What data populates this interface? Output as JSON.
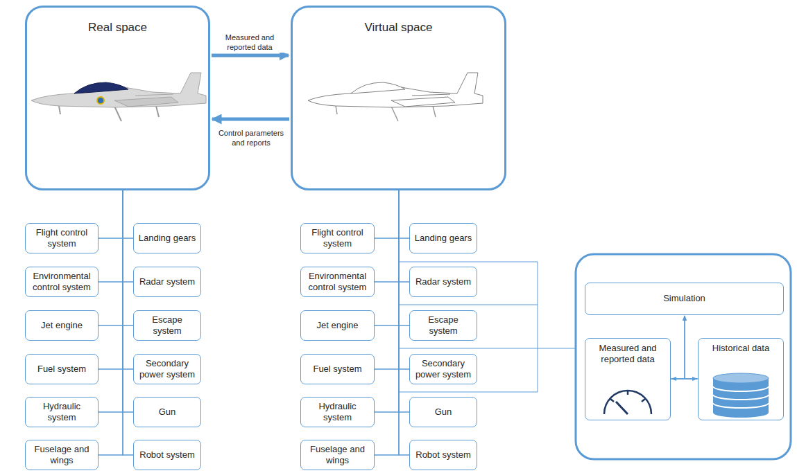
{
  "diagram": {
    "nodes": [
      {
        "text": [
          "Real space"
        ]
      },
      {
        "text": [
          "Virtual space"
        ]
      },
      {
        "text": [
          "Flight control system"
        ]
      },
      {
        "text": [
          "Landing gears"
        ]
      },
      {
        "text": [
          "Environmental control system"
        ]
      },
      {
        "text": [
          "Radar system"
        ]
      },
      {
        "text": [
          "Jet engine"
        ]
      },
      {
        "text": [
          "Escape system"
        ]
      },
      {
        "text": [
          "Fuel system"
        ]
      },
      {
        "text": [
          "Secondary power system"
        ]
      },
      {
        "text": [
          "Hydraulic system"
        ]
      },
      {
        "text": [
          "Gun"
        ]
      },
      {
        "text": [
          "Fuselage and wings"
        ]
      },
      {
        "text": [
          "Robot system"
        ]
      },
      {
        "text": [
          "Flight control system"
        ]
      },
      {
        "text": [
          "Landing gears"
        ]
      },
      {
        "text": [
          "Environmental control system"
        ]
      },
      {
        "text": [
          "Radar system"
        ]
      },
      {
        "text": [
          "Jet engine"
        ]
      },
      {
        "text": [
          "Escape system"
        ]
      },
      {
        "text": [
          "Fuel system"
        ]
      },
      {
        "text": [
          "Secondary power system"
        ]
      },
      {
        "text": [
          "Hydraulic system"
        ]
      },
      {
        "text": [
          "Gun"
        ]
      },
      {
        "text": [
          "Fuselage and wings"
        ]
      },
      {
        "text": [
          "Robot system"
        ]
      },
      {
        "text": [
          "Simulation"
        ]
      },
      {
        "text": [
          "Measured and reported data"
        ]
      },
      {
        "text": [
          "Historical data"
        ]
      }
    ],
    "edges": [
      {
        "from": 0,
        "to": 1,
        "arrow": "to",
        "label": "Measured and reported data"
      },
      {
        "from": 1,
        "to": 0,
        "arrow": "to",
        "label": "Control parameters and reports"
      },
      {
        "from": 0,
        "to": 2,
        "arrow": "none"
      },
      {
        "from": 0,
        "to": 3,
        "arrow": "none"
      },
      {
        "from": 0,
        "to": 4,
        "arrow": "none"
      },
      {
        "from": 0,
        "to": 5,
        "arrow": "none"
      },
      {
        "from": 0,
        "to": 6,
        "arrow": "none"
      },
      {
        "from": 0,
        "to": 7,
        "arrow": "none"
      },
      {
        "from": 0,
        "to": 8,
        "arrow": "none"
      },
      {
        "from": 0,
        "to": 9,
        "arrow": "none"
      },
      {
        "from": 0,
        "to": 10,
        "arrow": "none"
      },
      {
        "from": 0,
        "to": 11,
        "arrow": "none"
      },
      {
        "from": 0,
        "to": 12,
        "arrow": "none"
      },
      {
        "from": 0,
        "to": 13,
        "arrow": "none"
      },
      {
        "from": 1,
        "to": 14,
        "arrow": "none"
      },
      {
        "from": 1,
        "to": 15,
        "arrow": "none"
      },
      {
        "from": 1,
        "to": 16,
        "arrow": "none"
      },
      {
        "from": 1,
        "to": 17,
        "arrow": "none"
      },
      {
        "from": 1,
        "to": 18,
        "arrow": "none"
      },
      {
        "from": 1,
        "to": 19,
        "arrow": "none"
      },
      {
        "from": 1,
        "to": 20,
        "arrow": "none"
      },
      {
        "from": 1,
        "to": 21,
        "arrow": "none"
      },
      {
        "from": 1,
        "to": 22,
        "arrow": "none"
      },
      {
        "from": 1,
        "to": 23,
        "arrow": "none"
      },
      {
        "from": 1,
        "to": 24,
        "arrow": "none"
      },
      {
        "from": 1,
        "to": 25,
        "arrow": "none"
      },
      {
        "from": 27,
        "to": 28,
        "arrow": "both"
      },
      {
        "from": 27,
        "to": 26,
        "arrow": "to"
      },
      {
        "from": 28,
        "to": 26,
        "arrow": "to"
      }
    ]
  }
}
